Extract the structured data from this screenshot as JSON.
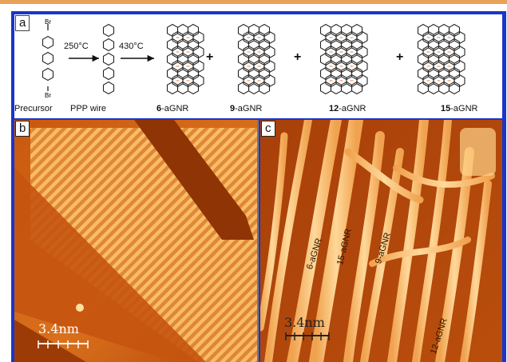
{
  "panels": {
    "a": {
      "label": "a"
    },
    "b": {
      "label": "b",
      "scalebar": "3.4nm"
    },
    "c": {
      "label": "c",
      "scalebar": "3.4nm"
    }
  },
  "scheme": {
    "atom_br_top": "Br",
    "atom_br_bottom": "Br",
    "step1_temp": "250°C",
    "step2_temp": "430°C",
    "precursor_label": "Precursor",
    "ppp_label": "PPP wire",
    "products": [
      {
        "width": "6",
        "suffix": "-aGNR"
      },
      {
        "width": "9",
        "suffix": "-aGNR"
      },
      {
        "width": "12",
        "suffix": "-aGNR"
      },
      {
        "width": "15",
        "suffix": "-aGNR"
      }
    ],
    "plus": "+"
  },
  "stm_c_labels": [
    "6-aGNR",
    "15-aGNR",
    "9-aGNR",
    "12-aGNR"
  ],
  "colors": {
    "frame": "#1a35c9",
    "top_rule": "#e8a25a",
    "stm_dark": "#a03a06",
    "stm_bright": "#ffd89a",
    "cross_bond": "#f2a06a"
  }
}
